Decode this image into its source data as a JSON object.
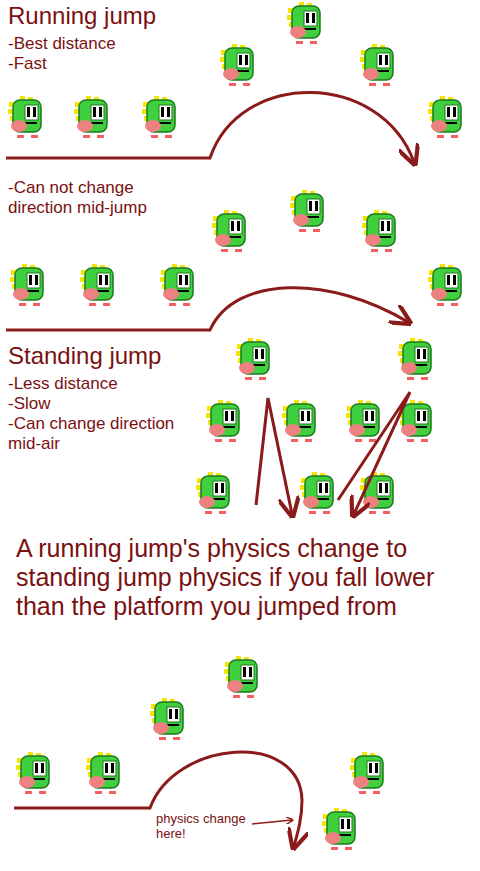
{
  "diagram": {
    "labels": [
      "Running jump",
      "-Best distance",
      "-Fast",
      "-Can not change direction mid-jump",
      "Standing jump",
      "-Less distance",
      "-Slow",
      "-Can change direction mid-air",
      "A running jump's physics change to standing jump physics if you fall lower than the platform you jumped from",
      "physics change here!"
    ]
  }
}
